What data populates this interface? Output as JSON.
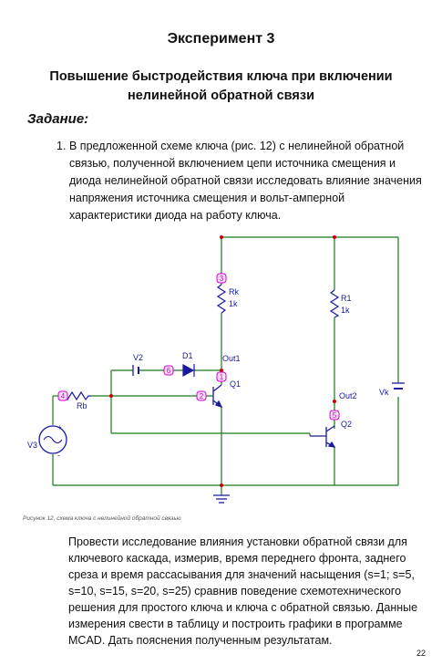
{
  "title": "Эксперимент 3",
  "subtitle_line1": "Повышение быстродействия ключа при включении",
  "subtitle_line2": "нелинейной обратной связи",
  "task_heading": "Задание:",
  "task_item_number": "1.",
  "task_item_text": "В предложенной схеме ключа (рис. 12) с нелинейной обратной связью, полученной включением цепи источника смещения и диода нелинейной обратной связи исследовать влияние значения напряжения источника смещения и вольт-амперной характеристики диода на работу ключа.",
  "circuit": {
    "labels": {
      "rk": "Rk",
      "rk_val": "1k",
      "r1": "R1",
      "r1_val": "1k",
      "v2": "V2",
      "d1": "D1",
      "out1": "Out1",
      "q1": "Q1",
      "rb": "Rb",
      "v3": "V3",
      "out2": "Out2",
      "vk": "Vk",
      "q2": "Q2",
      "plus": "+",
      "minus": "-"
    },
    "nodes": {
      "n3": "3",
      "n6": "6",
      "n1": "1",
      "n2": "2",
      "n4": "4",
      "n5": "5"
    },
    "colors": {
      "wire": "#1a7a1a",
      "node": "#d400d4",
      "junction": "#cc0000",
      "component": "#1a1aa0"
    }
  },
  "caption": "Рисунок 12, схема ключа с нелинейной обратной связью",
  "paragraph": "Провести исследование влияния установки обратной связи для ключевого каскада, измерив, время переднего фронта, заднего среза и время рассасывания для значений насыщения (s=1; s=5, s=10, s=15, s=20, s=25) сравнив поведение схемотехнического решения для простого ключа и ключа с обратной связью. Данные измерения свести в таблицу и построить графики в программе MCAD. Дать пояснения полученным результатам.",
  "page_number": "22"
}
